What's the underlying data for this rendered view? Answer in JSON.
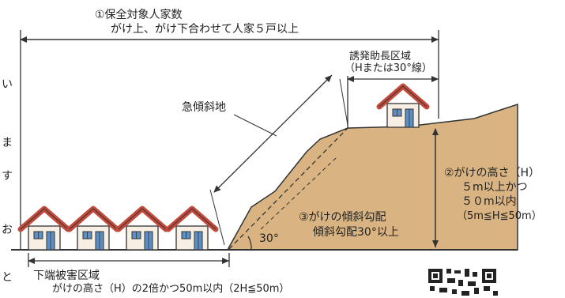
{
  "top_label": {
    "line1": "①保全対象人家数",
    "line2": "がけ上、がけ下合わせて人家５戸以上"
  },
  "promotion_zone": {
    "line1": "誘発助長区域",
    "line2": "（Hまたは30°線）"
  },
  "steep_land_label": "急傾斜地",
  "height_label": {
    "line1": "②がけの高さ（H）",
    "line2": "５m以上かつ",
    "line3": "５０m以内",
    "line4": "（5m≦H≦50m）"
  },
  "slope_label": {
    "line1": "③がけの傾斜勾配",
    "line2": "傾斜勾配30°以上"
  },
  "angle_label": "30°",
  "lower_zone": {
    "line1": "下端被害区域",
    "line2": "がけの高さ（H）の2倍かつ50m以内（2H≦50m）"
  },
  "side_text_fragments": [
    "い",
    "ま",
    "す",
    "お",
    "と"
  ],
  "colors": {
    "slope_fill": "#d9b482",
    "roof": "#c24a3c",
    "house_wall": "#f7efe3",
    "window": "#5c8fc4",
    "line": "#333333"
  }
}
